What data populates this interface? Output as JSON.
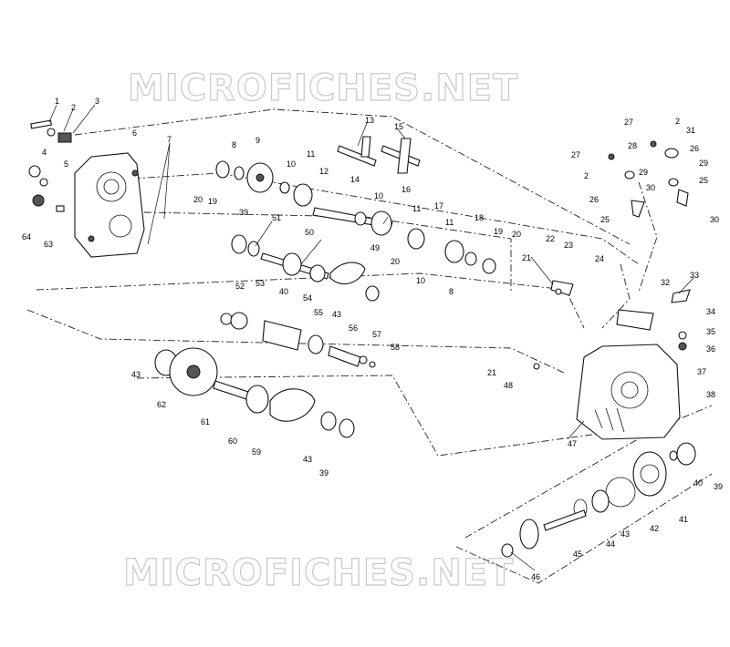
{
  "watermark": {
    "text": "MICROFICHES.NET"
  },
  "callouts": [
    {
      "id": "c1",
      "label": "1"
    },
    {
      "id": "c2",
      "label": "2"
    },
    {
      "id": "c3",
      "label": "3"
    },
    {
      "id": "c4",
      "label": "4"
    },
    {
      "id": "c5",
      "label": "5"
    },
    {
      "id": "c6",
      "label": "6"
    },
    {
      "id": "c7",
      "label": "7"
    },
    {
      "id": "c8",
      "label": "8"
    },
    {
      "id": "c9",
      "label": "9"
    },
    {
      "id": "c10a",
      "label": "10"
    },
    {
      "id": "c11a",
      "label": "11"
    },
    {
      "id": "c12",
      "label": "12"
    },
    {
      "id": "c13",
      "label": "13"
    },
    {
      "id": "c14",
      "label": "14"
    },
    {
      "id": "c15",
      "label": "15"
    },
    {
      "id": "c10b",
      "label": "10"
    },
    {
      "id": "c16",
      "label": "16"
    },
    {
      "id": "c11b",
      "label": "11"
    },
    {
      "id": "c17",
      "label": "17"
    },
    {
      "id": "c11c",
      "label": "11"
    },
    {
      "id": "c18",
      "label": "18"
    },
    {
      "id": "c19a",
      "label": "19"
    },
    {
      "id": "c20a",
      "label": "20"
    },
    {
      "id": "c19b",
      "label": "19"
    },
    {
      "id": "c20b",
      "label": "20"
    },
    {
      "id": "c8b",
      "label": "8"
    },
    {
      "id": "c10c",
      "label": "10"
    },
    {
      "id": "c20c",
      "label": "20"
    },
    {
      "id": "c27a",
      "label": "27"
    },
    {
      "id": "c2b",
      "label": "2"
    },
    {
      "id": "c31",
      "label": "31"
    },
    {
      "id": "c27b",
      "label": "27"
    },
    {
      "id": "c28",
      "label": "28"
    },
    {
      "id": "c26a",
      "label": "26"
    },
    {
      "id": "c29a",
      "label": "29"
    },
    {
      "id": "c2c",
      "label": "2"
    },
    {
      "id": "c25a",
      "label": "25"
    },
    {
      "id": "c26b",
      "label": "26"
    },
    {
      "id": "c29b",
      "label": "29"
    },
    {
      "id": "c30a",
      "label": "30"
    },
    {
      "id": "c25b",
      "label": "25"
    },
    {
      "id": "c30b",
      "label": "30"
    },
    {
      "id": "c22",
      "label": "22"
    },
    {
      "id": "c23",
      "label": "23"
    },
    {
      "id": "c21a",
      "label": "21"
    },
    {
      "id": "c24",
      "label": "24"
    },
    {
      "id": "c32",
      "label": "32"
    },
    {
      "id": "c33",
      "label": "33"
    },
    {
      "id": "c34",
      "label": "34"
    },
    {
      "id": "c35",
      "label": "35"
    },
    {
      "id": "c36",
      "label": "36"
    },
    {
      "id": "c37",
      "label": "37"
    },
    {
      "id": "c38",
      "label": "38"
    },
    {
      "id": "c21b",
      "label": "21"
    },
    {
      "id": "c48",
      "label": "48"
    },
    {
      "id": "c47",
      "label": "47"
    },
    {
      "id": "c39a",
      "label": "39"
    },
    {
      "id": "c51",
      "label": "51"
    },
    {
      "id": "c50",
      "label": "50"
    },
    {
      "id": "c49",
      "label": "49"
    },
    {
      "id": "c52",
      "label": "52"
    },
    {
      "id": "c53",
      "label": "53"
    },
    {
      "id": "c40a",
      "label": "40"
    },
    {
      "id": "c54",
      "label": "54"
    },
    {
      "id": "c55",
      "label": "55"
    },
    {
      "id": "c43a",
      "label": "43"
    },
    {
      "id": "c56",
      "label": "56"
    },
    {
      "id": "c57",
      "label": "57"
    },
    {
      "id": "c58",
      "label": "58"
    },
    {
      "id": "c43b",
      "label": "43"
    },
    {
      "id": "c62",
      "label": "62"
    },
    {
      "id": "c61",
      "label": "61"
    },
    {
      "id": "c60",
      "label": "60"
    },
    {
      "id": "c59",
      "label": "59"
    },
    {
      "id": "c43c",
      "label": "43"
    },
    {
      "id": "c39b",
      "label": "39"
    },
    {
      "id": "c64",
      "label": "64"
    },
    {
      "id": "c63",
      "label": "63"
    },
    {
      "id": "c40b",
      "label": "40"
    },
    {
      "id": "c39c",
      "label": "39"
    },
    {
      "id": "c41",
      "label": "41"
    },
    {
      "id": "c42",
      "label": "42"
    },
    {
      "id": "c43d",
      "label": "43"
    },
    {
      "id": "c44",
      "label": "44"
    },
    {
      "id": "c45",
      "label": "45"
    },
    {
      "id": "c46",
      "label": "46"
    }
  ]
}
